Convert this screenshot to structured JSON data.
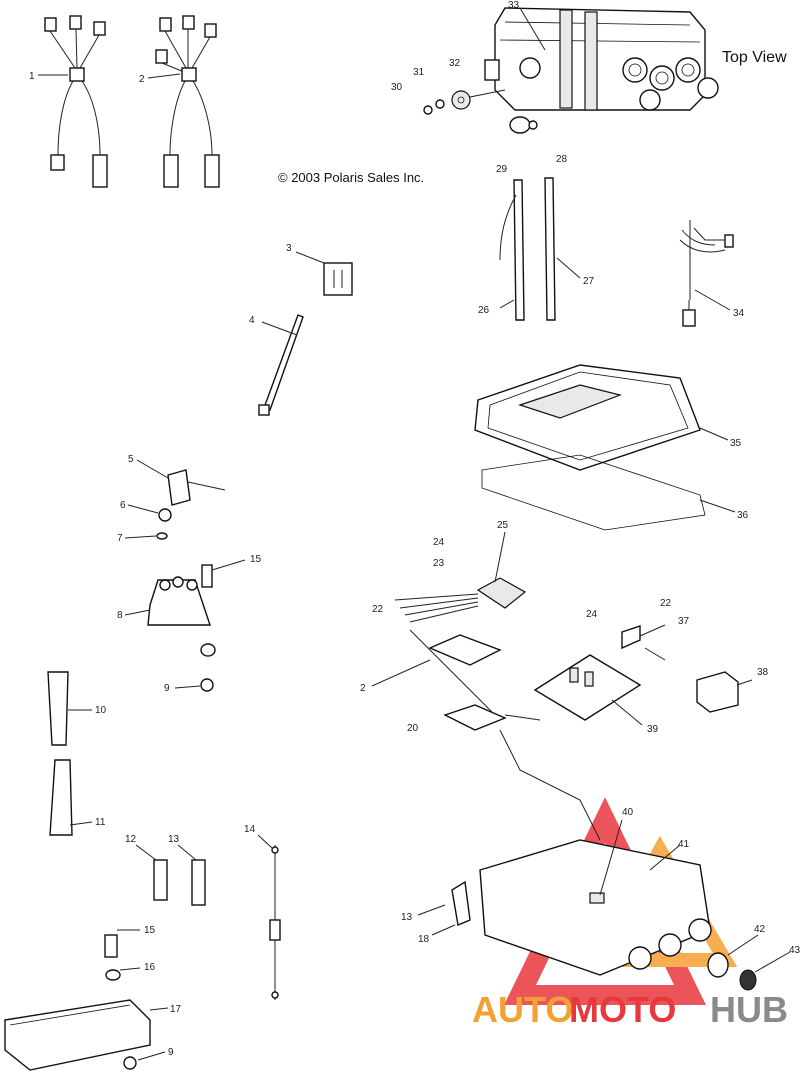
{
  "header": {
    "top_view_label": "Top View",
    "copyright": "© 2003 Polaris Sales Inc."
  },
  "callouts": {
    "c1": "1",
    "c2a": "2",
    "c2b": "2",
    "c3": "3",
    "c4": "4",
    "c5": "5",
    "c6": "6",
    "c7": "7",
    "c8": "8",
    "c9a": "9",
    "c9b": "9",
    "c10": "10",
    "c11": "11",
    "c12": "12",
    "c13a": "13",
    "c13b": "13",
    "c14": "14",
    "c15a": "15",
    "c15b": "15",
    "c16": "16",
    "c17": "17",
    "c18": "18",
    "c20": "20",
    "c22a": "22",
    "c22b": "22",
    "c23": "23",
    "c24a": "24",
    "c24b": "24",
    "c25": "25",
    "c26": "26",
    "c27": "27",
    "c28": "28",
    "c29": "29",
    "c30": "30",
    "c31": "31",
    "c32": "32",
    "c33": "33",
    "c34": "34",
    "c35": "35",
    "c36": "36",
    "c37": "37",
    "c38": "38",
    "c39": "39",
    "c40": "40",
    "c41": "41",
    "c42": "42",
    "c43": "43"
  },
  "watermark": {
    "part1": "AUTO",
    "part2": "MOTO",
    "part3": "HUB",
    "color_orange": "#f5a033",
    "color_red": "#e8383d",
    "color_gray": "#8a8a8a"
  }
}
